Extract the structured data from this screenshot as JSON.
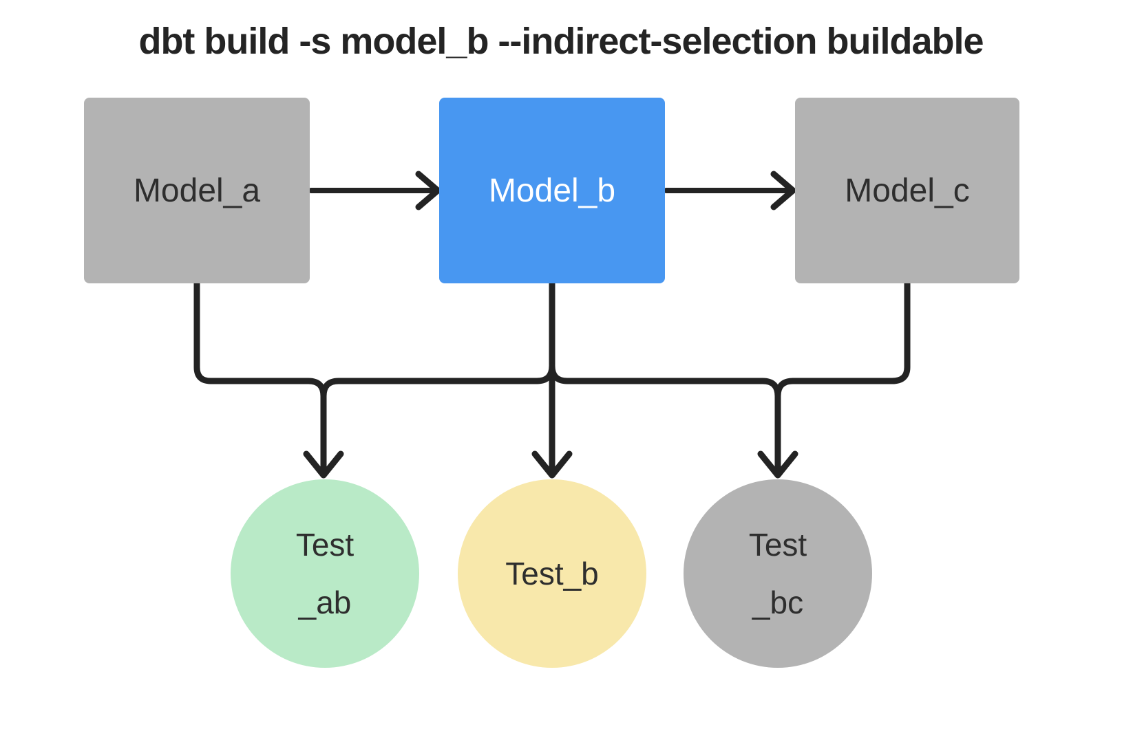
{
  "title": "dbt build -s model_b --indirect-selection buildable",
  "colors": {
    "selected_node_blue": "#4897f1",
    "unselected_node_gray": "#b3b3b3",
    "test_green": "#b9eac7",
    "test_yellow": "#f8e8ab",
    "edge_line": "#232323",
    "dark_text": "#2e2e2e",
    "selected_text": "#ffffff"
  },
  "models": [
    {
      "id": "model_a",
      "label": "Model_a",
      "state": "unselected"
    },
    {
      "id": "model_b",
      "label": "Model_b",
      "state": "selected"
    },
    {
      "id": "model_c",
      "label": "Model_c",
      "state": "unselected"
    }
  ],
  "tests": [
    {
      "id": "test_ab",
      "lines": [
        "Test",
        "_ab"
      ],
      "state": "green"
    },
    {
      "id": "test_b",
      "lines": [
        "Test_b"
      ],
      "state": "yellow"
    },
    {
      "id": "test_bc",
      "lines": [
        "Test",
        "_bc"
      ],
      "state": "gray"
    }
  ],
  "edges": [
    {
      "from": "model_a",
      "to": "model_b"
    },
    {
      "from": "model_b",
      "to": "model_c"
    },
    {
      "from": "model_a",
      "to": "test_ab"
    },
    {
      "from": "model_b",
      "to": "test_ab"
    },
    {
      "from": "model_b",
      "to": "test_b"
    },
    {
      "from": "model_b",
      "to": "test_bc"
    },
    {
      "from": "model_c",
      "to": "test_bc"
    }
  ]
}
